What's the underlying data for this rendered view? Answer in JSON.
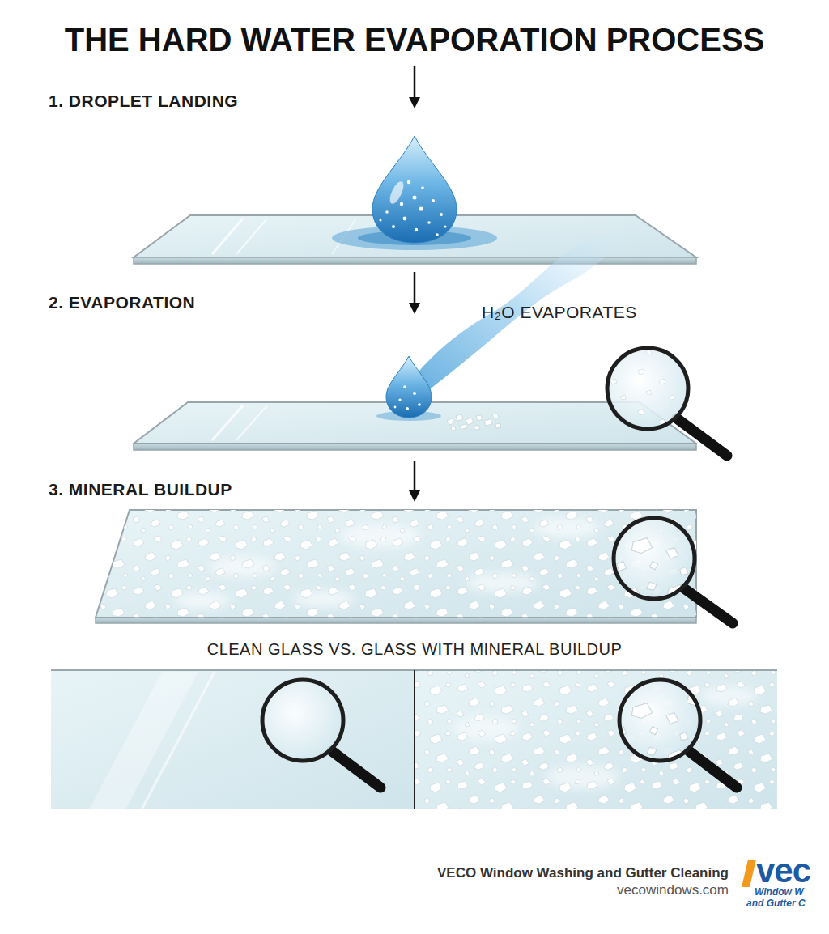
{
  "diagram": {
    "title": "THE HARD WATER EVAPORATION PROCESS",
    "labels": [
      "1. DROPLET LANDING",
      "2. EVAPORATION",
      "H₂O EVAPORATES",
      "3. MINERAL BUILDUP",
      "CLEAN GLASS VS. GLASS WITH MINERAL BUILDUP",
      "VECO Window Washing and Gutter Cleaning",
      "vecowindows.com",
      "vec",
      "Window W",
      "and Gutter C"
    ]
  }
}
